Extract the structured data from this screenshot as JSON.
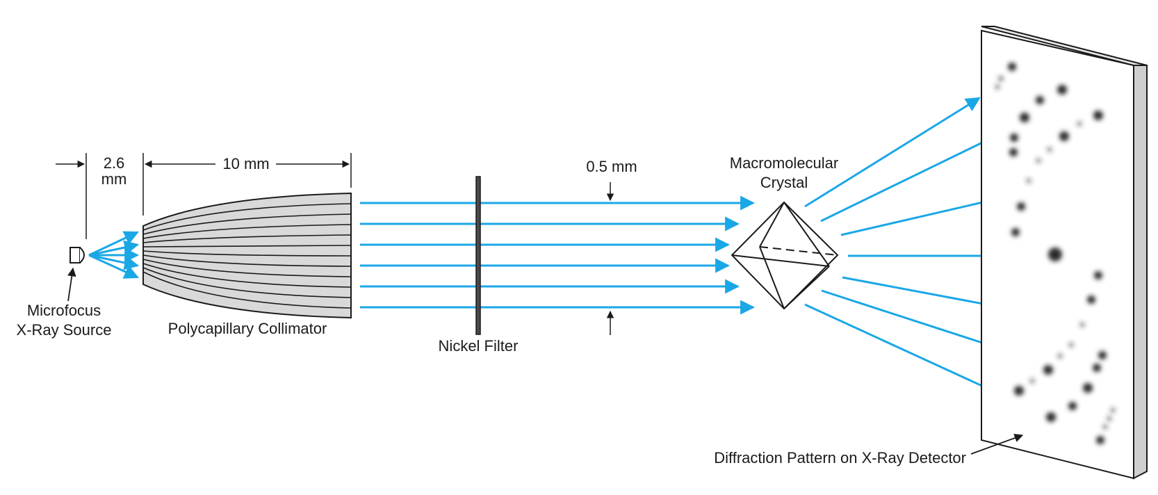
{
  "labels": {
    "source_line1": "Microfocus",
    "source_line2": "X-Ray Source",
    "dist_source_value": "2.6",
    "dist_source_unit": "mm",
    "collimator_length": "10 mm",
    "collimator": "Polycapillary Collimator",
    "filter": "Nickel Filter",
    "beam_width": "0.5 mm",
    "crystal_line1": "Macromolecular",
    "crystal_line2": "Crystal",
    "detector": "Diffraction Pattern on X-Ray Detector"
  },
  "colors": {
    "beam": "#1aa7e6",
    "line": "#1a1a1a",
    "collimator_fill": "#d9d9d9",
    "detector_side": "#cfcfcf"
  }
}
